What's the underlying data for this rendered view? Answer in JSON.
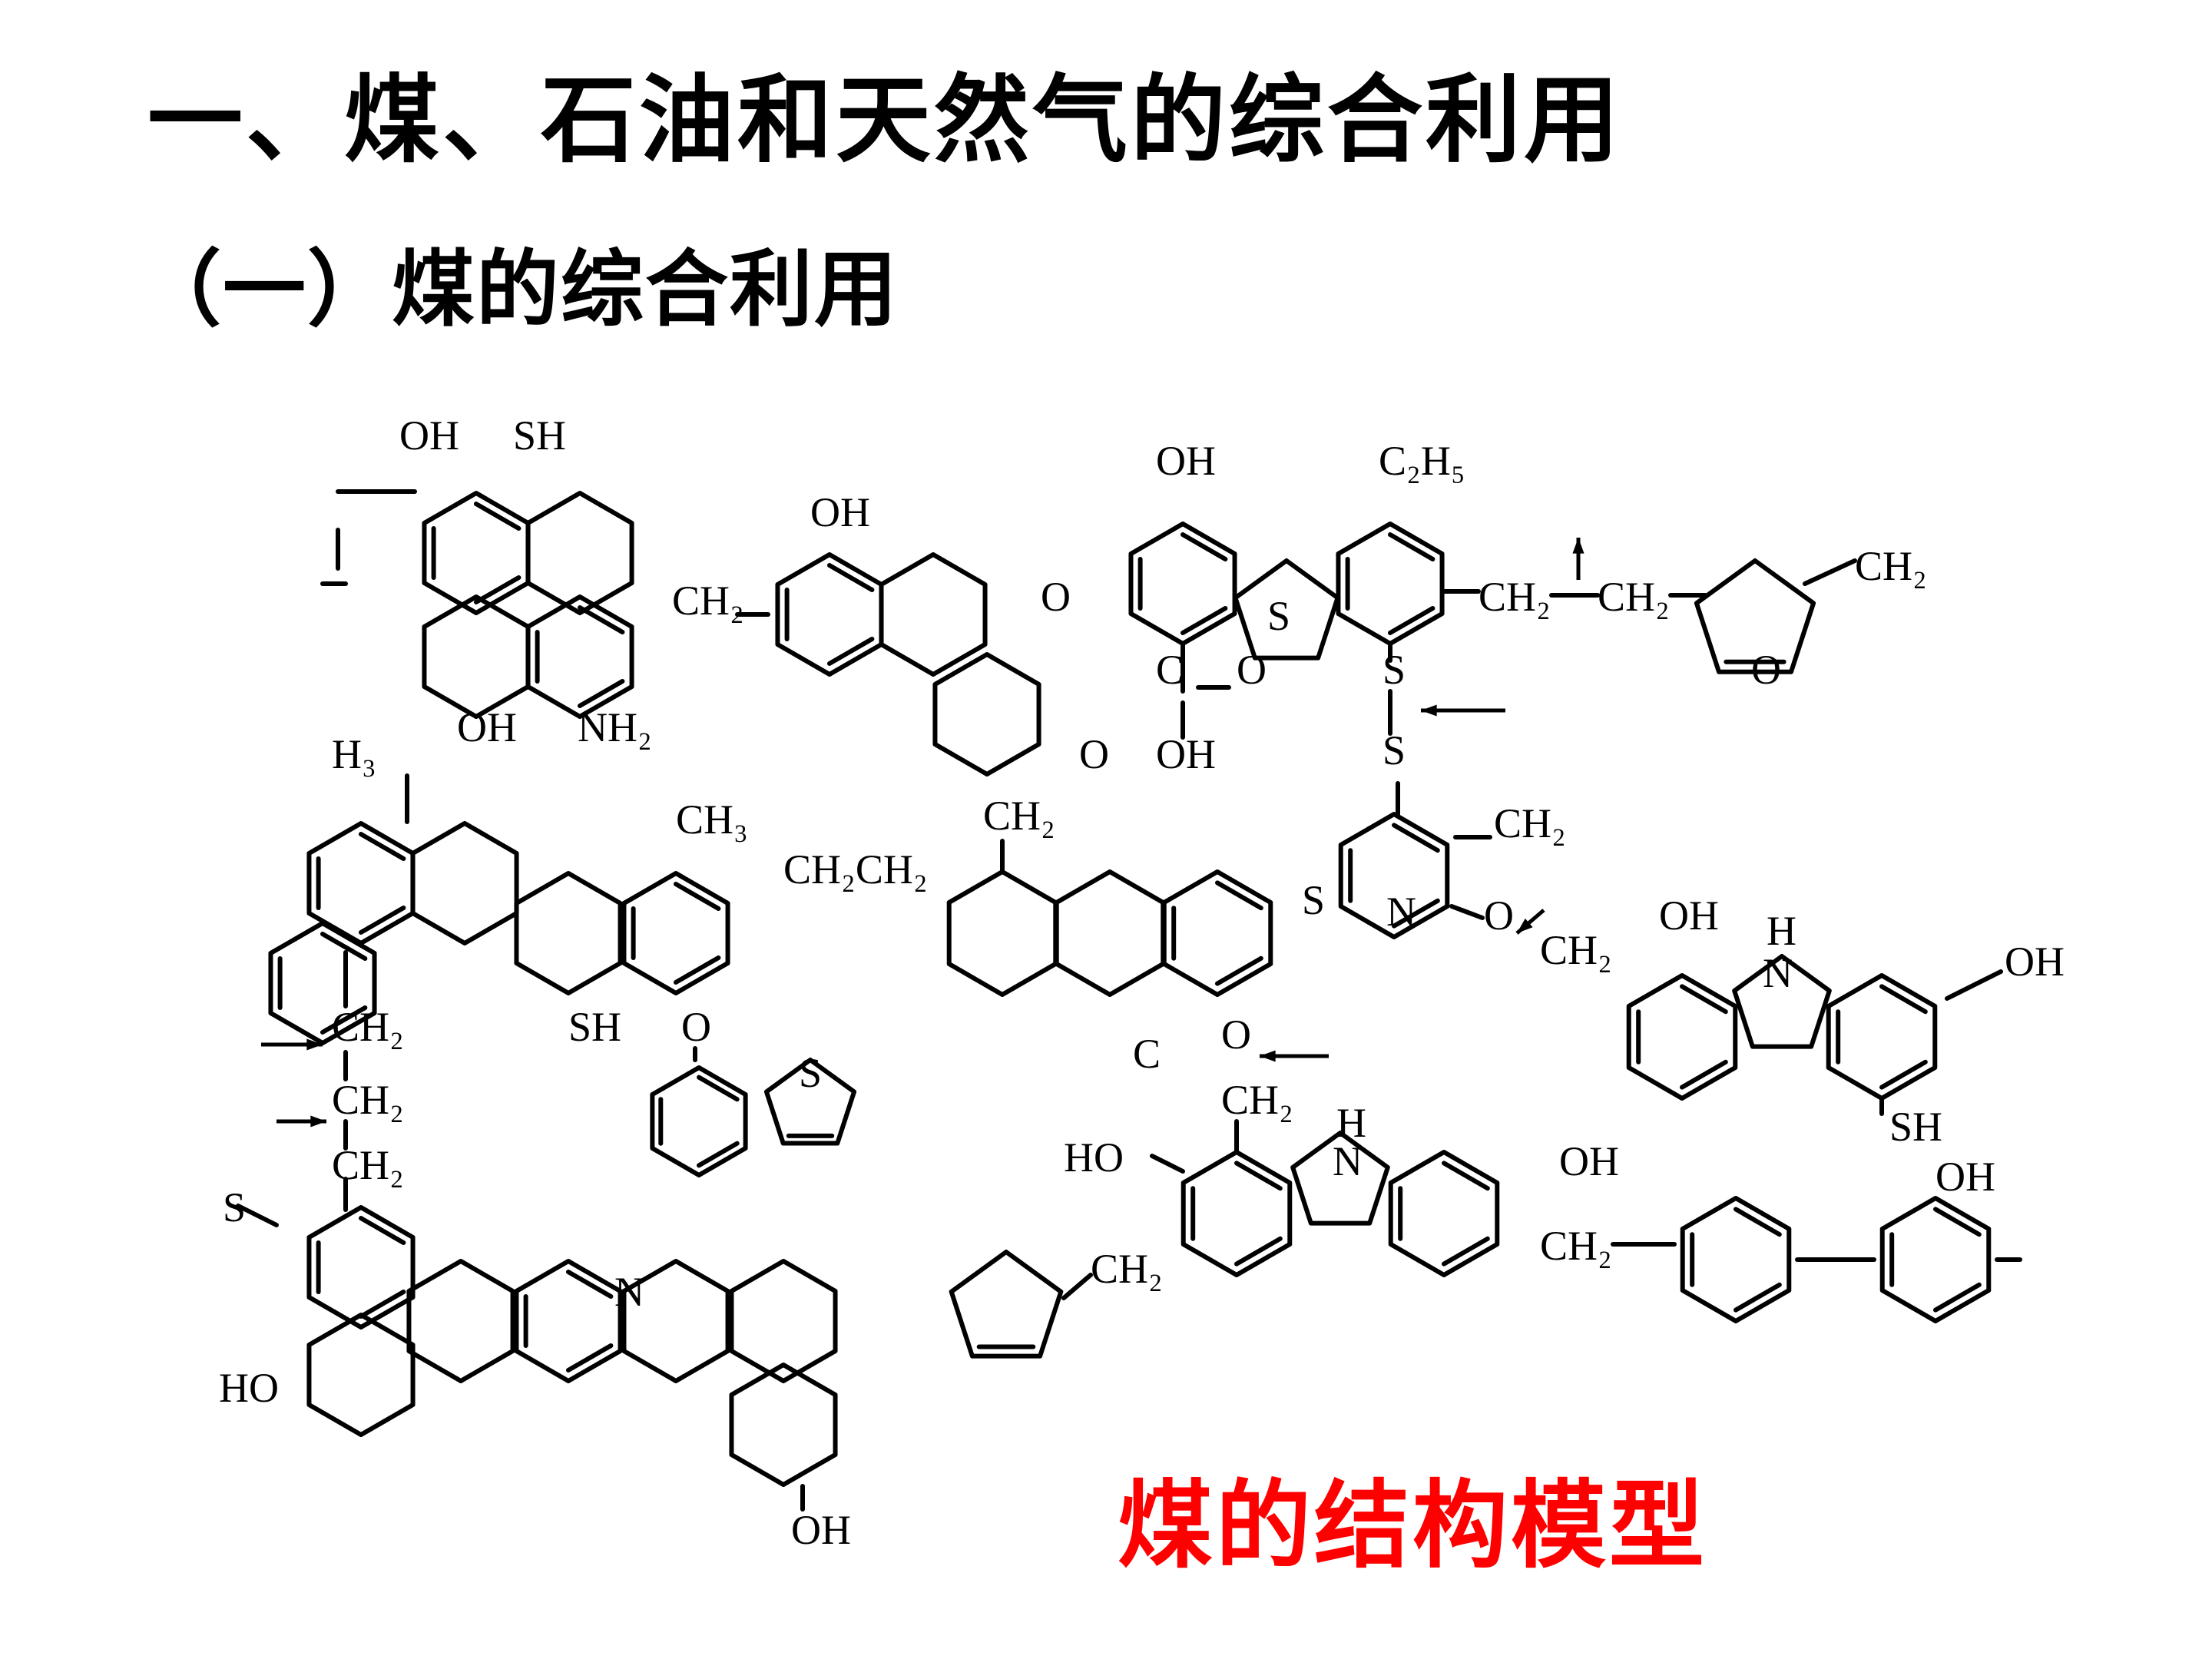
{
  "slide": {
    "title": "一、煤、石油和天然气的综合利用",
    "subtitle": "（一）煤的综合利用",
    "caption": "煤的结构模型",
    "caption_color": "#ff0000"
  },
  "structure": {
    "labels": {
      "oh_1": "OH",
      "sh_1": "SH",
      "ch2_1": "CH₂",
      "oh_2": "OH",
      "nh2": "NH₂",
      "oh_3": "OH",
      "o_1": "O",
      "oh_4": "OH",
      "c2h5": "C₂H₅",
      "s_ring": "S",
      "ch2_2": "CH₂",
      "ch2_3": "CH₂",
      "ch2_4": "CH₂",
      "o_furan": "O",
      "carboxyl_c": "C",
      "carboxyl_o": "O",
      "carboxyl_oh": "OH",
      "s_1": "S",
      "s_2": "S",
      "ketone_o": "O",
      "ch2_5": "CH₂",
      "h3": "H₃",
      "ch3": "CH₃",
      "ch2ch2": "CH₂CH₂",
      "ch2_6": "CH₂",
      "s_3": "S",
      "n_pyr": "N",
      "o_2": "O",
      "ch2_7": "CH₂",
      "oh_5": "OH",
      "h_1": "H",
      "n_1": "N",
      "oh_6": "OH",
      "sh_2": "SH",
      "sh_3": "SH",
      "o_3": "O",
      "s_thio": "S",
      "ch2_8": "CH₂",
      "ch2_9": "CH₂",
      "ch2_10": "CH₂",
      "c_label": "C",
      "o_4": "O",
      "ch2_11": "CH₂",
      "ho_1": "HO",
      "h_2": "H",
      "n_2": "N",
      "oh_7": "OH",
      "ch2_12": "CH₂",
      "ch2_13": "CH₂",
      "oh_8": "OH",
      "s_4": "S",
      "n_3": "N",
      "ho_2": "HO",
      "oh_9": "OH"
    }
  }
}
